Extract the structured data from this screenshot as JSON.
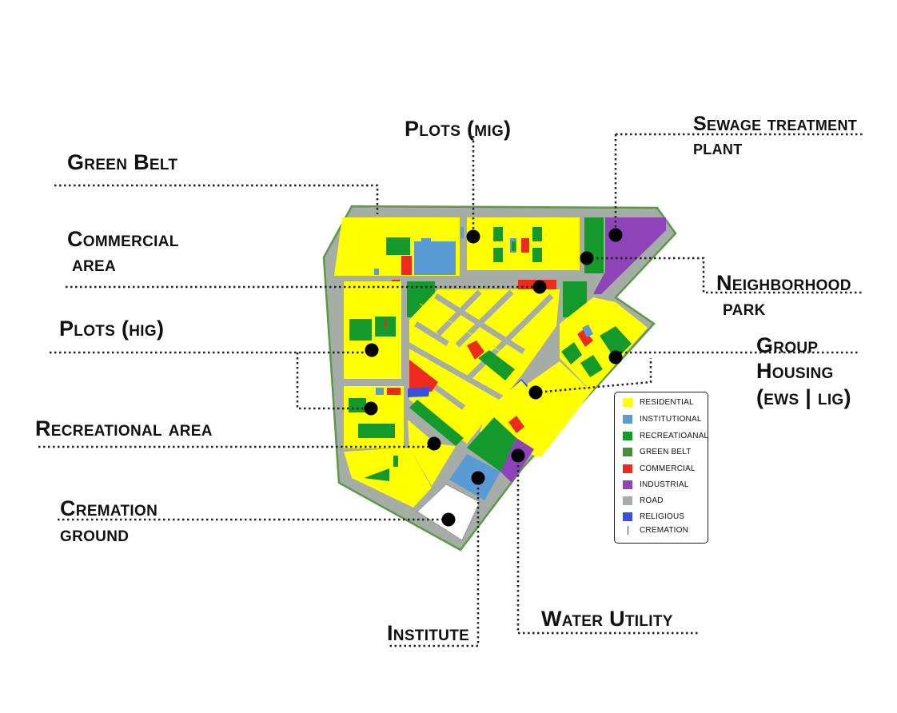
{
  "annotations": [
    {
      "key": "green_belt",
      "lines": [
        "Green Belt"
      ]
    },
    {
      "key": "plots_mig",
      "lines": [
        "Plots (mig)"
      ]
    },
    {
      "key": "sewage",
      "lines": [
        "Sewage treatment",
        "plant"
      ]
    },
    {
      "key": "commercial",
      "lines": [
        "Commercial",
        "area"
      ]
    },
    {
      "key": "neighborhood_park",
      "lines": [
        "Neighborhood",
        "park"
      ]
    },
    {
      "key": "plots_hig",
      "lines": [
        "Plots (hig)"
      ]
    },
    {
      "key": "group_housing",
      "lines": [
        "Group",
        "Housing",
        "(ews | lig)"
      ]
    },
    {
      "key": "recreational",
      "lines": [
        "Recreational area"
      ]
    },
    {
      "key": "cremation",
      "lines": [
        "Cremation",
        "ground"
      ]
    },
    {
      "key": "institute",
      "lines": [
        "Institute"
      ]
    },
    {
      "key": "water_utility",
      "lines": [
        "Water Utility"
      ]
    }
  ],
  "legend": {
    "items": [
      {
        "label": "RESIDENTIAL",
        "color": "#ffff00"
      },
      {
        "label": "INSTITUTIONAL",
        "color": "#5b9bd5"
      },
      {
        "label": "RECREATIOANAL",
        "color": "#139a2b"
      },
      {
        "label": "GREEN BELT",
        "color": "#4e8a3e"
      },
      {
        "label": "COMMERCIAL",
        "color": "#ee2a1e"
      },
      {
        "label": "INDUSTRIAL",
        "color": "#8e44b8"
      },
      {
        "label": "ROAD",
        "color": "#a6aca6"
      },
      {
        "label": "RELIGIOUS",
        "color": "#3a4fe0"
      },
      {
        "label": "CREMATION",
        "color": "#ffffff"
      }
    ]
  },
  "colors": {
    "residential": "#ffff00",
    "institutional": "#5b9bd5",
    "recreational": "#139a2b",
    "green_belt": "#4e8a3e",
    "commercial": "#ee2a1e",
    "industrial": "#8e44b8",
    "road": "#a6aca6",
    "religious": "#3a4fe0",
    "cremation": "#ffffff",
    "leader": "#222222",
    "label_text": "#111111"
  }
}
